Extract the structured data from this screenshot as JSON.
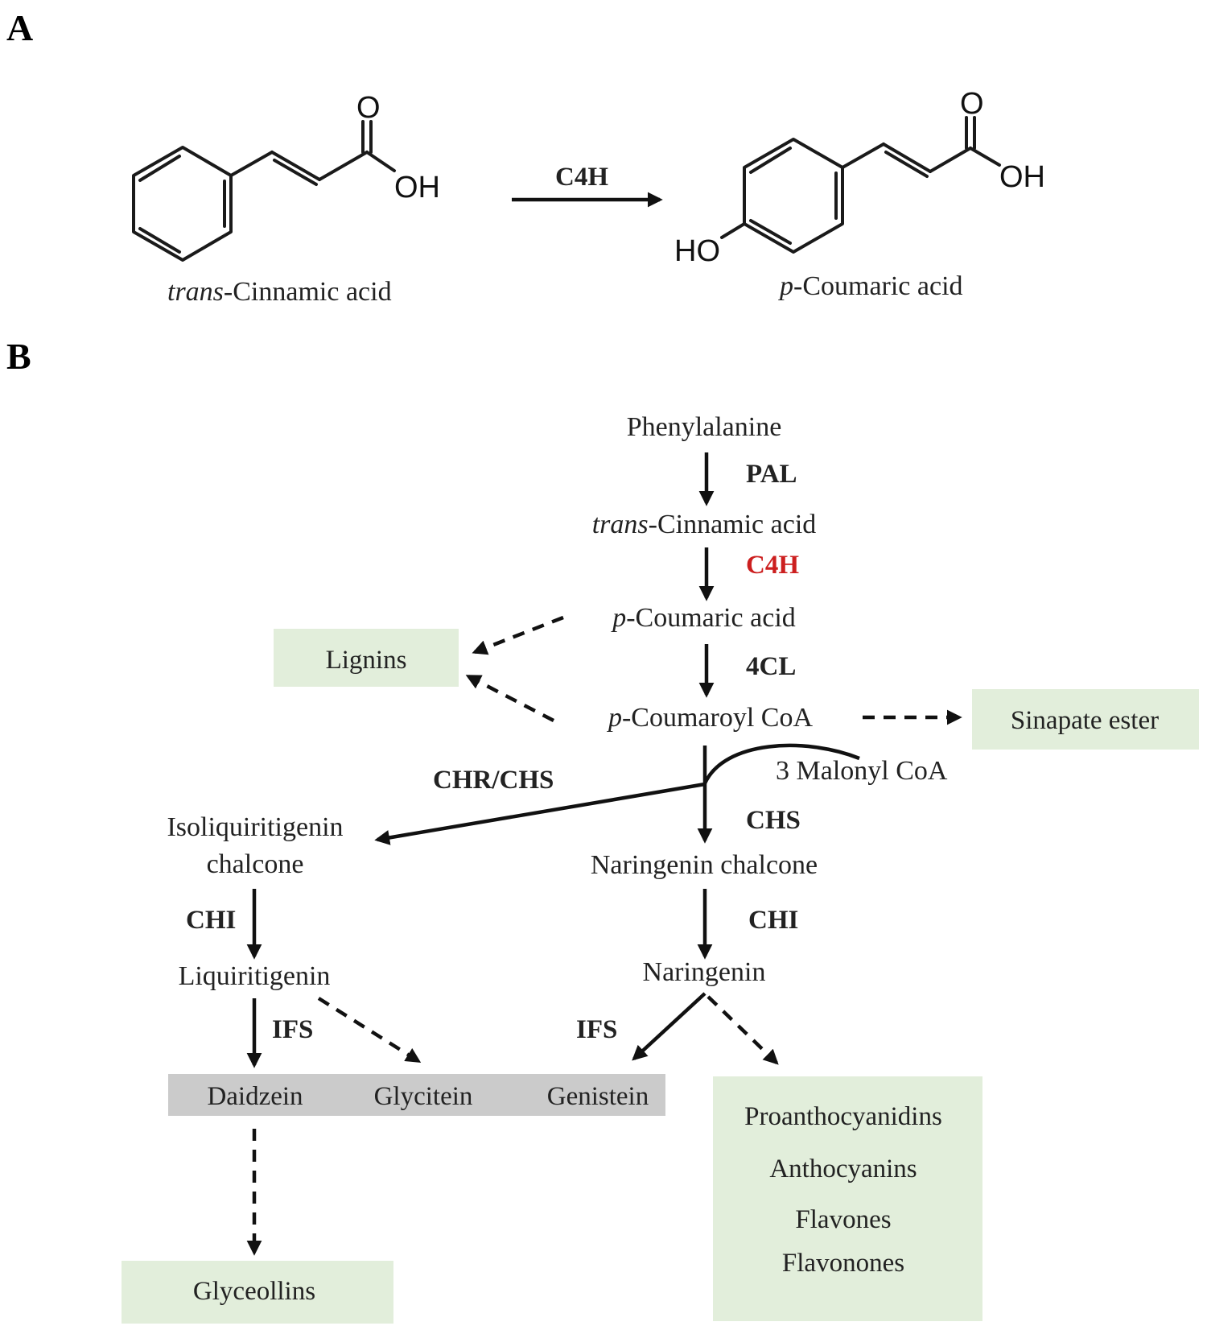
{
  "panels": {
    "a": "A",
    "b": "B"
  },
  "reaction": {
    "substrate_prefix": "trans",
    "substrate_suffix": "-Cinnamic acid",
    "enzyme": "C4H",
    "product_prefix": "p",
    "product_suffix": "-Coumaric acid",
    "atoms": {
      "o": "O",
      "oh": "OH",
      "ho": "HO"
    }
  },
  "pathway": {
    "phenylalanine": "Phenylalanine",
    "cinnamic_prefix": "trans",
    "cinnamic_suffix": "-Cinnamic acid",
    "coumaric_prefix": "p",
    "coumaric_suffix": "-Coumaric acid",
    "coumaroyl_prefix": "p",
    "coumaroyl_suffix": "-Coumaroyl CoA",
    "malonyl": "3 Malonyl CoA",
    "isoliquiritigenin_1": "Isoliquiritigenin",
    "isoliquiritigenin_2": "chalcone",
    "liquiritigenin": "Liquiritigenin",
    "naringenin_chalcone": "Naringenin chalcone",
    "naringenin": "Naringenin"
  },
  "enzymes": {
    "pal": "PAL",
    "c4h": "C4H",
    "cl4": "4CL",
    "chr_chs": "CHR/CHS",
    "chs": "CHS",
    "chi_left": "CHI",
    "chi_right": "CHI",
    "ifs_left": "IFS",
    "ifs_right": "IFS"
  },
  "boxes": {
    "lignins": "Lignins",
    "sinapate": "Sinapate ester",
    "daidzein": "Daidzein",
    "glycitein": "Glycitein",
    "genistein": "Genistein",
    "glyceollins": "Glyceollins",
    "flavonoids": [
      "Proanthocyanidins",
      "Anthocyanins",
      "Flavones",
      "Flavonones"
    ]
  },
  "colors": {
    "highlight_enzyme": "#cc1f1f",
    "green_box": "#e2eedb",
    "gray_box": "#cbcbcb",
    "ink": "#111111"
  }
}
